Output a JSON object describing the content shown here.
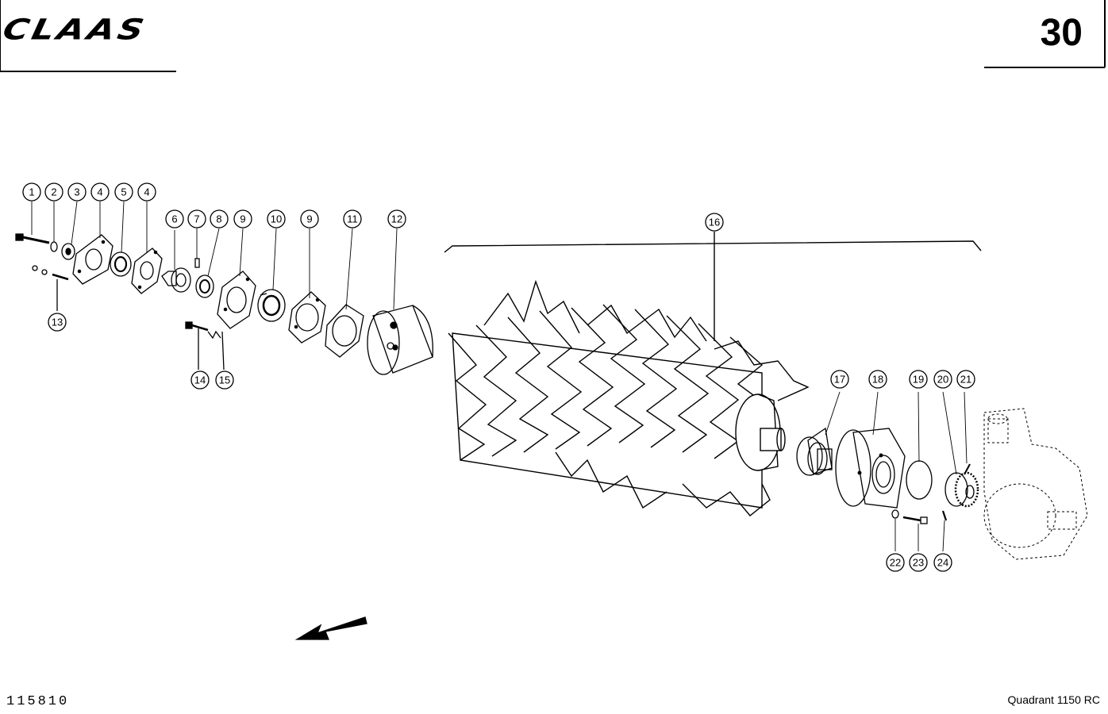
{
  "header": {
    "brand_logo_text": "CLAAS",
    "page_number": "30"
  },
  "footer": {
    "drawing_number": "115810",
    "model_name": "Quadrant 1150 RC"
  },
  "callouts": [
    {
      "id": "c1",
      "label": "1"
    },
    {
      "id": "c2",
      "label": "2"
    },
    {
      "id": "c3",
      "label": "3"
    },
    {
      "id": "c4a",
      "label": "4"
    },
    {
      "id": "c5",
      "label": "5"
    },
    {
      "id": "c4b",
      "label": "4"
    },
    {
      "id": "c6",
      "label": "6"
    },
    {
      "id": "c7",
      "label": "7"
    },
    {
      "id": "c8",
      "label": "8"
    },
    {
      "id": "c9a",
      "label": "9"
    },
    {
      "id": "c10",
      "label": "10"
    },
    {
      "id": "c9b",
      "label": "9"
    },
    {
      "id": "c11",
      "label": "11"
    },
    {
      "id": "c12",
      "label": "12"
    },
    {
      "id": "c13",
      "label": "13"
    },
    {
      "id": "c14",
      "label": "14"
    },
    {
      "id": "c15",
      "label": "15"
    },
    {
      "id": "c16",
      "label": "16"
    },
    {
      "id": "c17",
      "label": "17"
    },
    {
      "id": "c18",
      "label": "18"
    },
    {
      "id": "c19",
      "label": "19"
    },
    {
      "id": "c20",
      "label": "20"
    },
    {
      "id": "c21",
      "label": "21"
    },
    {
      "id": "c22",
      "label": "22"
    },
    {
      "id": "c23",
      "label": "23"
    },
    {
      "id": "c24",
      "label": "24"
    }
  ]
}
